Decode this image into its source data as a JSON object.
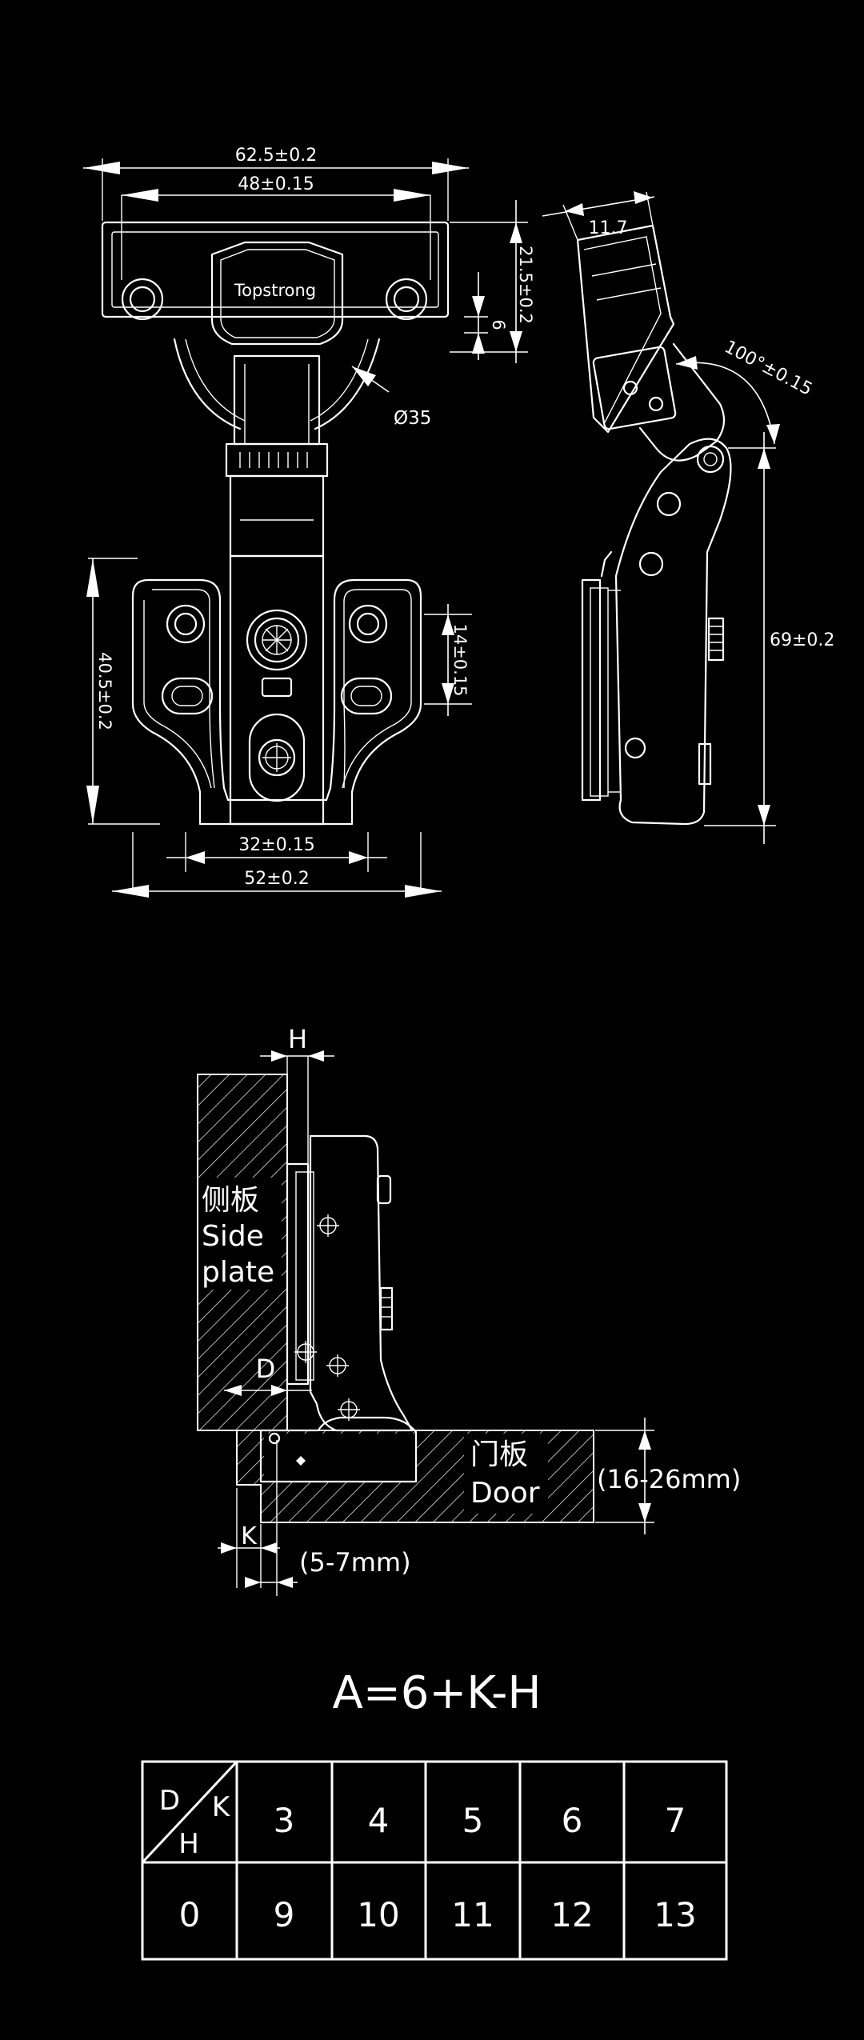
{
  "top_view": {
    "dim_overall_width": "62.5±0.2",
    "dim_hole_spacing": "48±0.15",
    "brand_logo": "Topstrong",
    "dim_cup_diameter": "Ø35",
    "dim_cup_offset": "6",
    "dim_cup_edge": "21.5±0.2",
    "dim_plate_height": "40.5±0.2",
    "dim_plate_slot": "14±0.15",
    "dim_plate_holes": "32±0.15",
    "dim_plate_width": "52±0.2"
  },
  "side_view": {
    "dim_arm_width": "11.7",
    "dim_opening_angle": "100°±0.15",
    "dim_total_height": "69±0.2"
  },
  "install_view": {
    "label_h": "H",
    "side_plate_cn": "侧板",
    "side_plate_en_1": "Side",
    "side_plate_en_2": "plate",
    "label_d": "D",
    "door_cn": "门板",
    "door_en": "Door",
    "door_thickness": "(16-26mm)",
    "label_k": "K",
    "bore_distance": "(5-7mm)"
  },
  "formula": "A=6+K-H",
  "table": {
    "corner_d": "D",
    "corner_k": "K",
    "corner_h": "H",
    "k_values": [
      "3",
      "4",
      "5",
      "6",
      "7"
    ],
    "h_value": "0",
    "d_values": [
      "9",
      "10",
      "11",
      "12",
      "13"
    ]
  }
}
